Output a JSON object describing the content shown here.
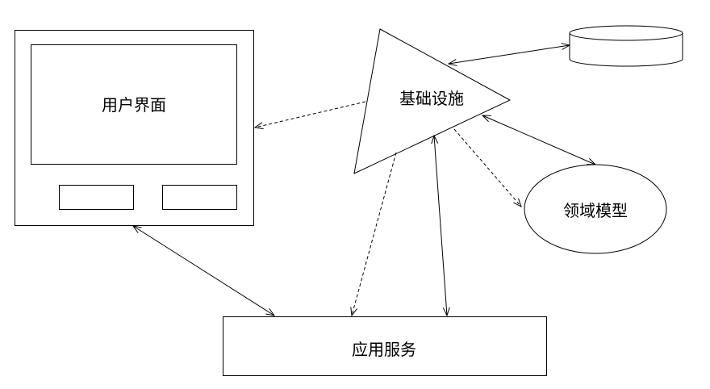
{
  "nodes": {
    "ui": {
      "label": "用户界面"
    },
    "infra": {
      "label": "基础设施"
    },
    "domain": {
      "label": "领域模型"
    },
    "app": {
      "label": "应用服务"
    },
    "database": {
      "label": ""
    }
  },
  "edges": [
    {
      "from": "infra",
      "to": "ui",
      "style": "dashed",
      "arrows": "end"
    },
    {
      "from": "infra",
      "to": "database",
      "style": "solid",
      "arrows": "both"
    },
    {
      "from": "infra",
      "to": "domain",
      "style": "solid",
      "arrows": "both"
    },
    {
      "from": "infra",
      "to": "domain",
      "style": "dashed",
      "arrows": "end"
    },
    {
      "from": "infra",
      "to": "app",
      "style": "dashed",
      "arrows": "end"
    },
    {
      "from": "infra",
      "to": "app",
      "style": "solid",
      "arrows": "both"
    },
    {
      "from": "ui",
      "to": "app",
      "style": "solid",
      "arrows": "both"
    }
  ],
  "colors": {
    "stroke": "#000000",
    "background": "#ffffff"
  }
}
